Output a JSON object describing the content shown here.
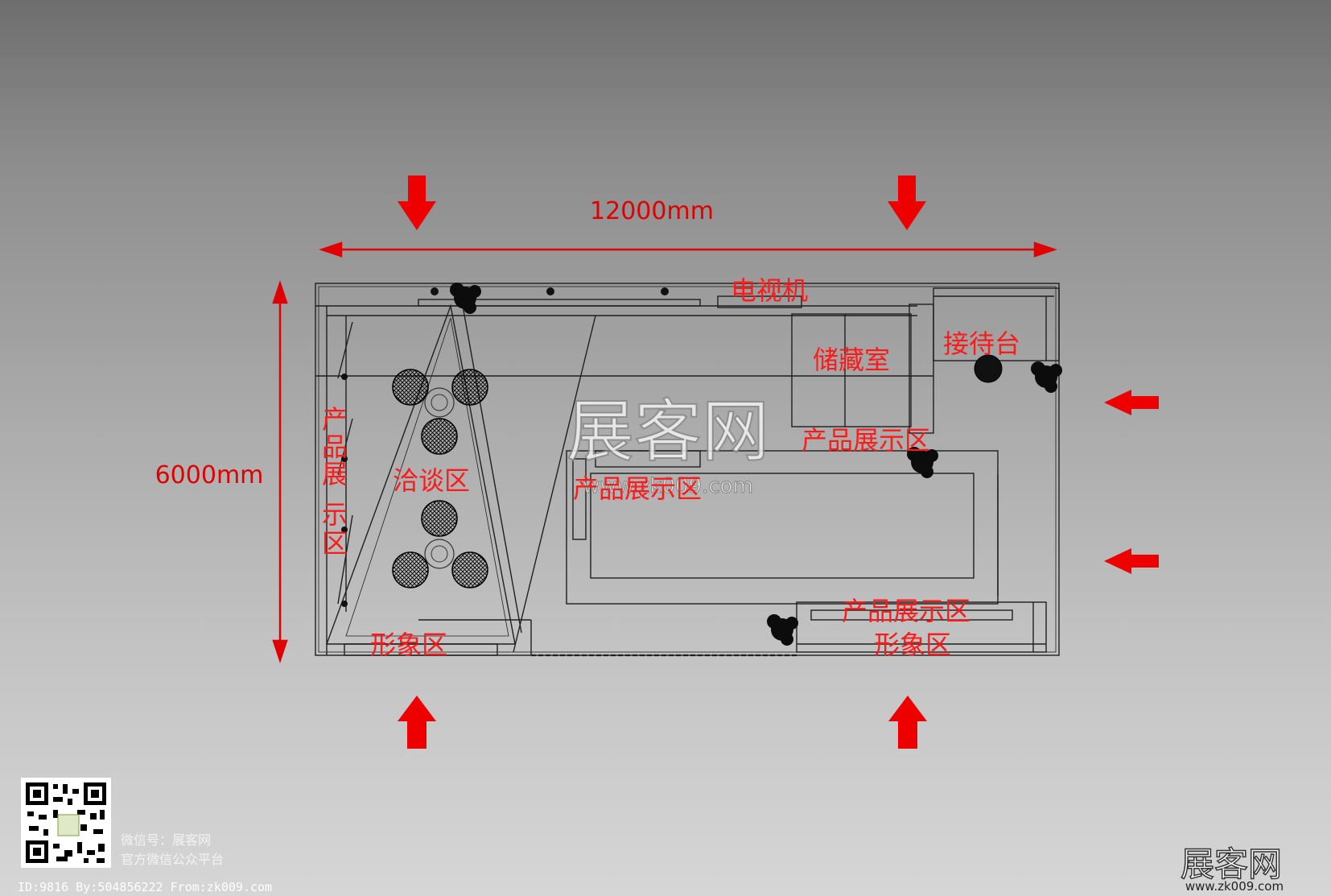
{
  "dimensions": {
    "width_label": "12000mm",
    "height_label": "6000mm"
  },
  "zones": {
    "tv": "电视机",
    "reception": "接待台",
    "storage": "储藏室",
    "product_display_top_right": "产品展示区",
    "product_display_center": "产品展示区",
    "product_display_bottom_right": "产品展示区",
    "product_display_left": [
      "产",
      "品",
      "展",
      "示",
      "区"
    ],
    "negotiation": "洽谈区",
    "image_area_left": "形象区",
    "image_area_right": "形象区"
  },
  "watermark": {
    "brand": "展客网",
    "url": "www.zk009.com"
  },
  "wechat": {
    "line1": "微信号：展客网",
    "line2": "官方微信公众平台"
  },
  "footer": {
    "id_line": "ID:9816 By:504856222 From:zk009.com"
  },
  "corner_logo": {
    "brand": "展客网",
    "url": "www.zk009.com"
  },
  "colors": {
    "arrow": "#ee0000",
    "label": "#ff1a1a",
    "line": "#222222"
  },
  "icons": [
    "arrow-down-icon",
    "arrow-up-icon",
    "arrow-left-icon",
    "qr-code-icon",
    "plant-icon",
    "chair-icon"
  ]
}
